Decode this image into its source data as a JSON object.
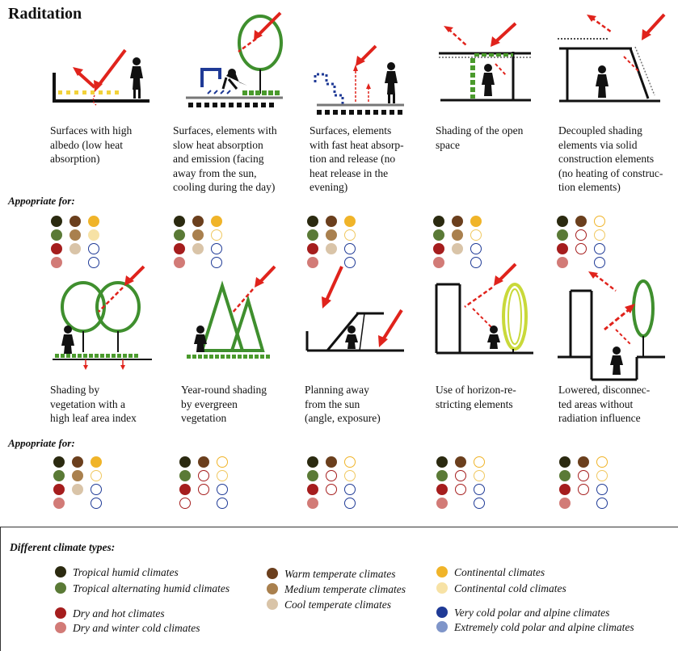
{
  "title": "Raditation",
  "appropriate_label": "Appopriate for:",
  "colors": {
    "tropical_humid": "#2b2a10",
    "tropical_alt": "#5a7a36",
    "dry_hot": "#a51d1d",
    "dry_winter_cold": "#d27b77",
    "warm_temperate": "#6b3f1d",
    "medium_temperate": "#a9804e",
    "cool_temperate": "#d9c4a8",
    "continental": "#f0b429",
    "continental_cold": "#f7e2a5",
    "very_cold": "#1f3a96",
    "extremely_cold": "#7f95c9",
    "accent_red": "#e0231c",
    "green": "#4a9a2c",
    "ring_red": "#a51d1d"
  },
  "row1": [
    {
      "caption": [
        "Surfaces with high",
        "albedo (low heat",
        "absorption)"
      ],
      "suitability": {
        "tropical_humid": true,
        "warm_temperate": true,
        "continental": true,
        "tropical_alt": true,
        "medium_temperate": true,
        "continental_cold": true,
        "dry_hot": true,
        "cool_temperate": true,
        "very_cold": false,
        "dry_winter_cold": true,
        "extremely_cold": false
      }
    },
    {
      "caption": [
        "Surfaces, elements with",
        "slow heat absorption",
        "and emission (facing",
        "away from the sun,",
        "cooling during the day)"
      ],
      "suitability": {
        "tropical_humid": true,
        "warm_temperate": true,
        "continental": true,
        "tropical_alt": true,
        "medium_temperate": true,
        "continental_cold": false,
        "dry_hot": true,
        "cool_temperate": true,
        "very_cold": false,
        "dry_winter_cold": true,
        "extremely_cold": false
      }
    },
    {
      "caption": [
        "Surfaces, elements",
        "with fast heat absorp-",
        "tion and release (no",
        "heat release in the",
        "evening)"
      ],
      "suitability": {
        "tropical_humid": true,
        "warm_temperate": true,
        "continental": true,
        "tropical_alt": true,
        "medium_temperate": true,
        "continental_cold": false,
        "dry_hot": true,
        "cool_temperate": true,
        "very_cold": false,
        "dry_winter_cold": true,
        "extremely_cold": false
      }
    },
    {
      "caption": [
        "Shading of the open",
        "space"
      ],
      "suitability": {
        "tropical_humid": true,
        "warm_temperate": true,
        "continental": true,
        "tropical_alt": true,
        "medium_temperate": true,
        "continental_cold": false,
        "dry_hot": true,
        "cool_temperate": true,
        "very_cold": false,
        "dry_winter_cold": true,
        "extremely_cold": false
      }
    },
    {
      "caption": [
        "Decoupled shading",
        "elements via solid",
        "construction elements",
        "(no heating of construc-",
        "tion elements)"
      ],
      "suitability": {
        "tropical_humid": true,
        "warm_temperate": true,
        "continental": false,
        "tropical_alt": true,
        "medium_temperate": false,
        "continental_cold": false,
        "dry_hot": true,
        "cool_temperate": false,
        "very_cold": false,
        "dry_winter_cold": true,
        "extremely_cold": false
      }
    }
  ],
  "row2": [
    {
      "caption": [
        "Shading by",
        "vegetation with a",
        "high leaf area index"
      ],
      "suitability": {
        "tropical_humid": true,
        "warm_temperate": true,
        "continental": true,
        "tropical_alt": true,
        "medium_temperate": true,
        "continental_cold": false,
        "dry_hot": true,
        "cool_temperate": true,
        "very_cold": false,
        "dry_winter_cold": true,
        "extremely_cold": false
      }
    },
    {
      "caption": [
        "Year-round shading",
        "by evergreen",
        "vegetation"
      ],
      "suitability": {
        "tropical_humid": true,
        "warm_temperate": true,
        "continental": false,
        "tropical_alt": true,
        "medium_temperate": false,
        "continental_cold": false,
        "dry_hot": true,
        "cool_temperate": false,
        "very_cold": false,
        "dry_winter_cold": false,
        "extremely_cold": false
      }
    },
    {
      "caption": [
        "Planning away",
        "from the sun",
        "(angle, exposure)"
      ],
      "suitability": {
        "tropical_humid": true,
        "warm_temperate": true,
        "continental": false,
        "tropical_alt": true,
        "medium_temperate": false,
        "continental_cold": false,
        "dry_hot": true,
        "cool_temperate": false,
        "very_cold": false,
        "dry_winter_cold": true,
        "extremely_cold": false
      }
    },
    {
      "caption": [
        "Use of horizon-re-",
        "stricting elements"
      ],
      "suitability": {
        "tropical_humid": true,
        "warm_temperate": true,
        "continental": false,
        "tropical_alt": true,
        "medium_temperate": false,
        "continental_cold": false,
        "dry_hot": true,
        "cool_temperate": false,
        "very_cold": false,
        "dry_winter_cold": true,
        "extremely_cold": false
      }
    },
    {
      "caption": [
        "Lowered, disconnec-",
        "ted areas without",
        "radiation influence"
      ],
      "suitability": {
        "tropical_humid": true,
        "warm_temperate": true,
        "continental": false,
        "tropical_alt": true,
        "medium_temperate": false,
        "continental_cold": false,
        "dry_hot": true,
        "cool_temperate": false,
        "very_cold": false,
        "dry_winter_cold": true,
        "extremely_cold": false
      }
    }
  ],
  "legend": {
    "title": "Different climate types:",
    "items": [
      {
        "key": "tropical_humid",
        "label": "Tropical humid climates"
      },
      {
        "key": "tropical_alt",
        "label": "Tropical alternating humid climates"
      },
      {
        "key": "dry_hot",
        "label": "Dry and hot climates"
      },
      {
        "key": "dry_winter_cold",
        "label": "Dry and winter cold climates"
      },
      {
        "key": "warm_temperate",
        "label": "Warm temperate climates"
      },
      {
        "key": "medium_temperate",
        "label": "Medium temperate climates"
      },
      {
        "key": "cool_temperate",
        "label": "Cool temperate climates"
      },
      {
        "key": "continental",
        "label": "Continental climates"
      },
      {
        "key": "continental_cold",
        "label": "Continental cold climates"
      },
      {
        "key": "very_cold",
        "label": "Very cold polar and alpine climates"
      },
      {
        "key": "extremely_cold",
        "label": "Extremely cold polar and alpine climates"
      }
    ]
  }
}
